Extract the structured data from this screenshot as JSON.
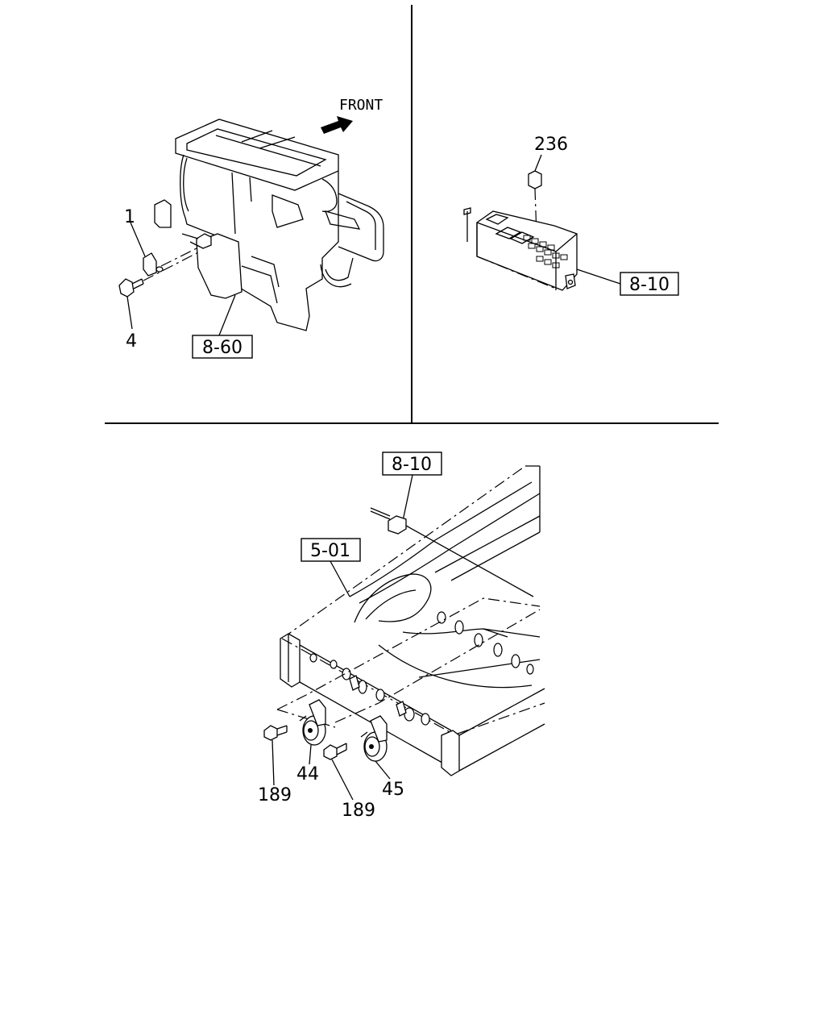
{
  "panels": {
    "top_left": {
      "direction_label": "FRONT",
      "callouts": [
        "1",
        "4"
      ],
      "reference_box": "8-60"
    },
    "top_right": {
      "callouts": [
        "236"
      ],
      "reference_box": "8-10"
    },
    "bottom": {
      "reference_boxes": [
        "8-10",
        "5-01"
      ],
      "callouts": [
        "44",
        "45",
        "189",
        "189"
      ]
    }
  }
}
